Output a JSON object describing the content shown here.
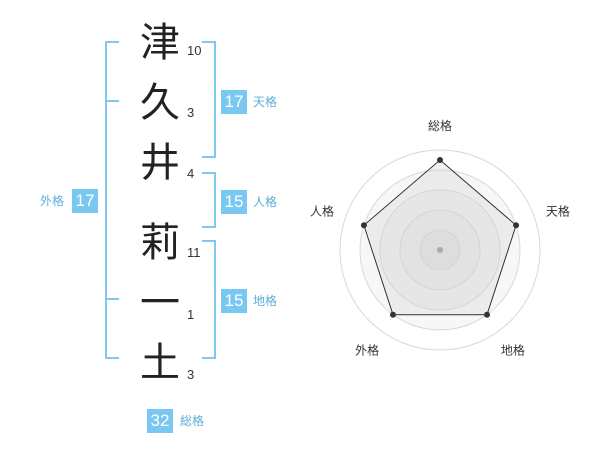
{
  "name_chars": [
    {
      "char": "津",
      "strokes": "10"
    },
    {
      "char": "久",
      "strokes": "3"
    },
    {
      "char": "井",
      "strokes": "4"
    },
    {
      "char": "莉",
      "strokes": "11"
    },
    {
      "char": "一",
      "strokes": "1"
    },
    {
      "char": "土",
      "strokes": "3"
    }
  ],
  "fortunes": {
    "tenkaku": {
      "value": "17",
      "label": "天格"
    },
    "jinkaku": {
      "value": "15",
      "label": "人格"
    },
    "chikaku": {
      "value": "15",
      "label": "地格"
    },
    "gaikaku": {
      "value": "17",
      "label": "外格"
    },
    "soukaku": {
      "value": "32",
      "label": "総格"
    }
  },
  "colors": {
    "accent": "#78c8f2",
    "bracket": "#7fc8ef"
  },
  "chart_data": {
    "type": "radar",
    "axes": [
      "総格",
      "天格",
      "地格",
      "外格",
      "人格"
    ],
    "values": [
      4.5,
      4.0,
      4.0,
      4.0,
      4.0
    ],
    "max": 5,
    "rings": 5
  }
}
